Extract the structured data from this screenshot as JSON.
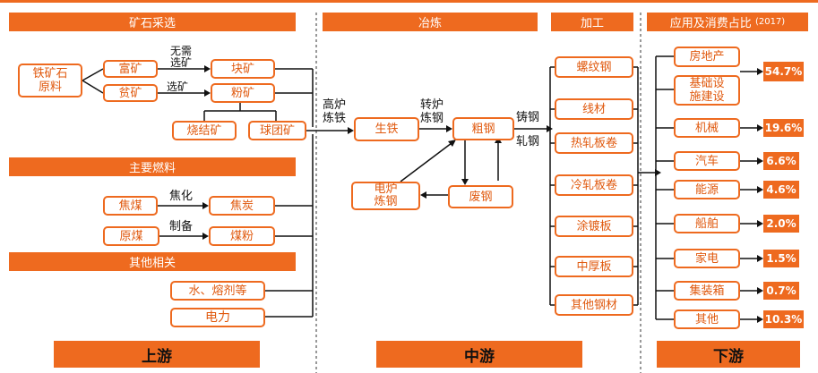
{
  "headers": {
    "ore_dressing": "矿石采选",
    "smelting": "冶炼",
    "processing": "加工",
    "application": "应用及消费占比",
    "application_year": "(2017)",
    "main_fuel": "主要燃料",
    "other_related": "其他相关"
  },
  "footers": {
    "upstream": "上游",
    "midstream": "中游",
    "downstream": "下游"
  },
  "upstream": {
    "iron_ore_raw": "铁矿石原料",
    "rich_ore": "富矿",
    "lean_ore": "贫矿",
    "no_dressing": "无需选矿",
    "dressing": "选矿",
    "lump_ore": "块矿",
    "fine_ore": "粉矿",
    "sinter": "烧结矿",
    "pellet": "球团矿",
    "coking_coal": "焦煤",
    "coking": "焦化",
    "coke": "焦炭",
    "raw_coal": "原煤",
    "prepare": "制备",
    "pulverized_coal": "煤粉",
    "water_flux": "水、熔剂等",
    "power": "电力"
  },
  "midstream": {
    "blast_furnace": "高炉炼铁",
    "pig_iron": "生铁",
    "converter": "转炉炼钢",
    "crude_steel": "粗钢",
    "casting": "铸钢",
    "rolling": "轧钢",
    "electric_furnace": "电炉炼钢",
    "scrap_steel": "废钢"
  },
  "products": [
    "螺纹钢",
    "线材",
    "热轧板卷",
    "冷轧板卷",
    "涂镀板",
    "中厚板",
    "其他钢材"
  ],
  "consumption": [
    {
      "label": "房地产",
      "pct": "54.7%"
    },
    {
      "label": "基础设施建设",
      "pct": ""
    },
    {
      "label": "机械",
      "pct": "19.6%"
    },
    {
      "label": "汽车",
      "pct": "6.6%"
    },
    {
      "label": "能源",
      "pct": "4.6%"
    },
    {
      "label": "船舶",
      "pct": "2.0%"
    },
    {
      "label": "家电",
      "pct": "1.5%"
    },
    {
      "label": "集装箱",
      "pct": "0.7%"
    },
    {
      "label": "其他",
      "pct": "10.3%"
    }
  ],
  "colors": {
    "accent": "#ee6a1f",
    "box_text": "#e0590e",
    "line": "#111111"
  }
}
